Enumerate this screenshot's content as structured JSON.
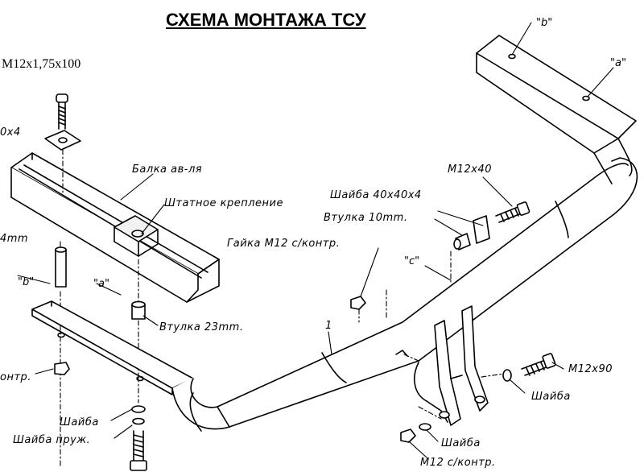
{
  "title": "СХЕМА МОНТАЖА ТСУ",
  "labels": {
    "bolt_top": "M12x1,75x100",
    "washer_top": "0x4",
    "beam": "Балка ав-ля",
    "standard_mount": "Штатное крепление",
    "len_4mm": "4mm",
    "pt_b_left": "\"b\"",
    "pt_a_left": "\"a\"",
    "bushing_23": "Втулка 23mm.",
    "nut_left": "онтр.",
    "washer_left": "Шайба",
    "spring_washer": "Шайба пруж.",
    "pt_b_right": "\"b\"",
    "pt_a_right": "\"a\"",
    "bolt_m12x40": "M12x40",
    "washer_40": "Шайба 40x40x4",
    "bushing_10": "Втулка 10mm.",
    "nut_m12": "Гайка M12 с/контр.",
    "pt_c": "\"c\"",
    "part_1": "1",
    "bolt_m12x90": "M12x90",
    "washer_right": "Шайба",
    "washer_bottom": "Шайба",
    "nut_bottom": "M12 с/контр."
  },
  "colors": {
    "ink": "#000000",
    "paper": "#ffffff",
    "shade": "#e6e6e6"
  }
}
